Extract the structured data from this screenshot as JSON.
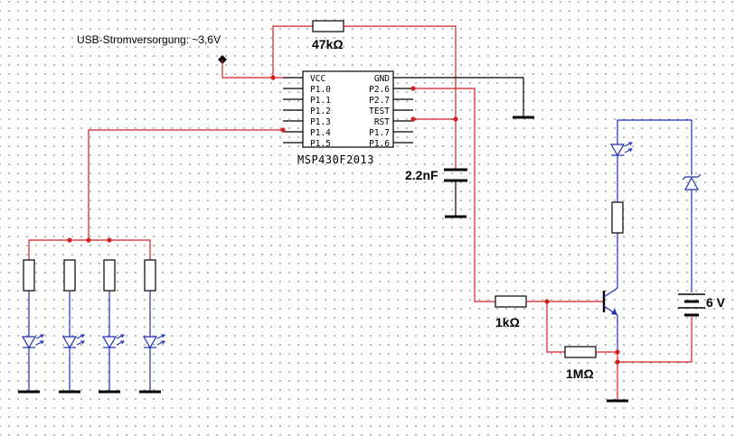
{
  "supply_label": "USB-Stromversorgung: ~3,6V",
  "resistor_top": "47kΩ",
  "capacitor": "2.2nF",
  "chip": {
    "name": "MSP430F2013",
    "left_pins": [
      "VCC",
      "P1.0",
      "P1.1",
      "P1.2",
      "P1.3",
      "P1.4",
      "P1.5"
    ],
    "right_pins": [
      "GND",
      "P2.6",
      "P2.7",
      "TEST",
      "RST",
      "P1.7",
      "P1.6"
    ]
  },
  "resistor_base": "1kΩ",
  "resistor_bias": "1MΩ",
  "battery": "6 V"
}
